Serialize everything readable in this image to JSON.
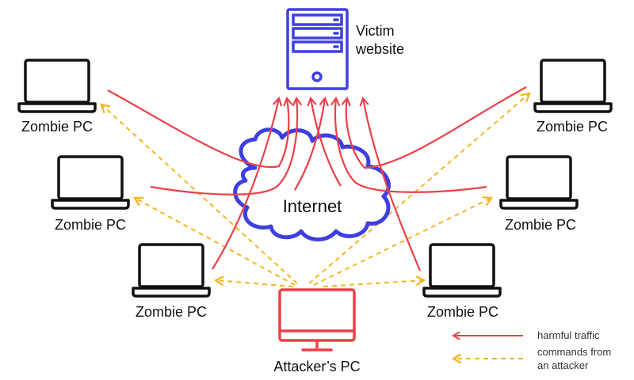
{
  "server": {
    "label_line1": "Victim",
    "label_line2": "website"
  },
  "cloud": {
    "label": "Internet"
  },
  "zombies": {
    "top_left": "Zombie PC",
    "mid_left": "Zombie PC",
    "low_left": "Zombie PC",
    "top_right": "Zombie PC",
    "mid_right": "Zombie PC",
    "low_right": "Zombie PC"
  },
  "attacker": {
    "label": "Attacker’s PC"
  },
  "legend": {
    "harmful_label": "harmful traffic",
    "commands_line1": "commands from",
    "commands_line2": "an attacker"
  },
  "colors": {
    "harmful": "#ee3f48",
    "commands": "#f5b51f",
    "server": "#3e3fe0",
    "cloud": "#3e3fe0",
    "laptop": "#111111",
    "attacker": "#ee3f48"
  }
}
